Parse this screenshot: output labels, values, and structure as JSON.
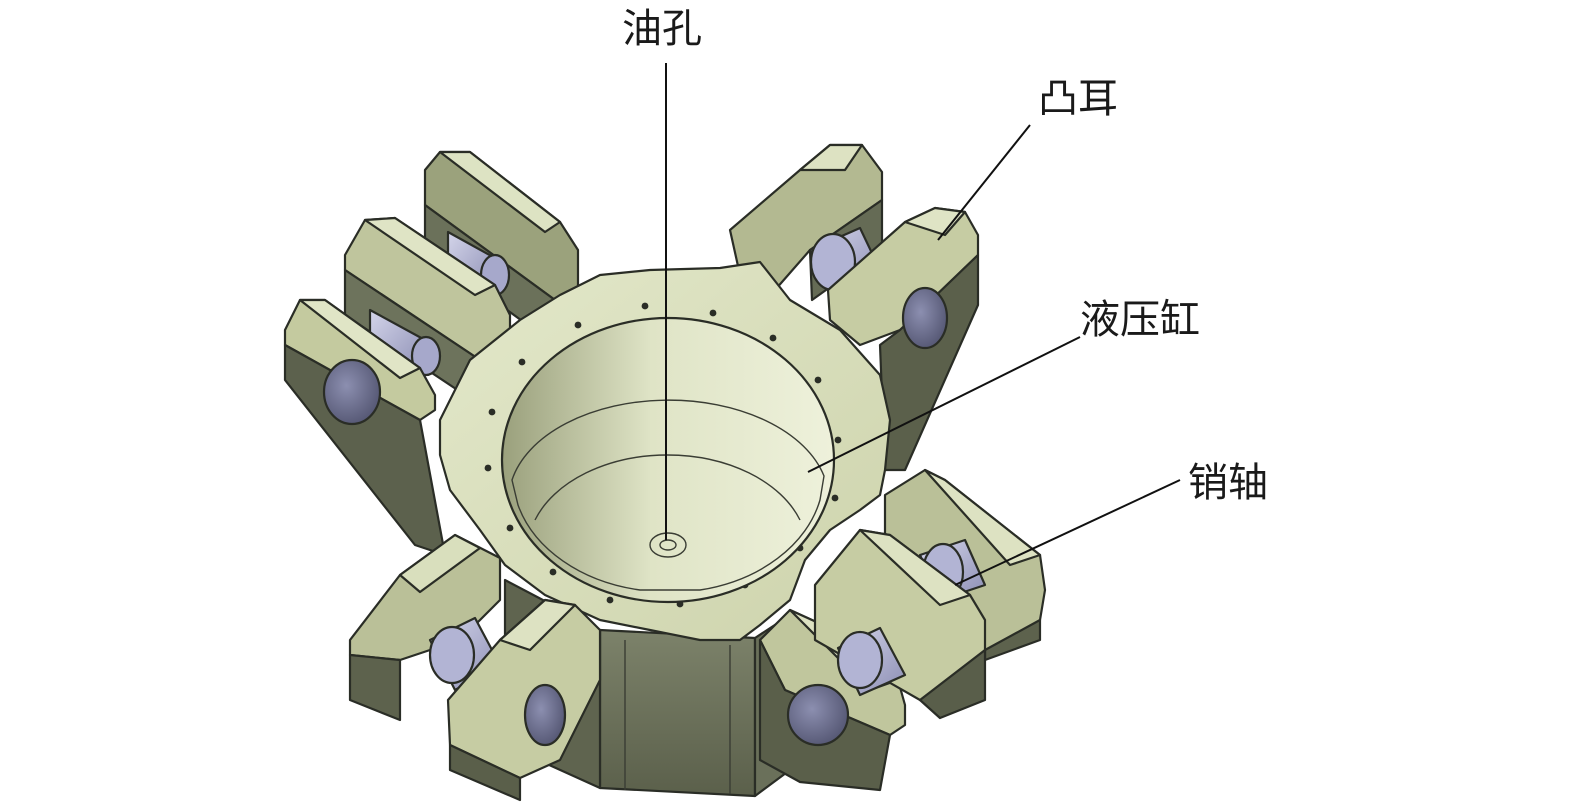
{
  "figure": {
    "callouts": [
      {
        "id": "oil-hole",
        "label": "油孔"
      },
      {
        "id": "lug",
        "label": "凸耳"
      },
      {
        "id": "cylinder",
        "label": "液压缸"
      },
      {
        "id": "pin",
        "label": "销轴"
      }
    ]
  },
  "colors": {
    "face_light": "#e0e5c6",
    "face_top": "#d4dab5",
    "face_mid": "#b8be96",
    "face_side": "#717760",
    "face_dark": "#555a45",
    "pin": "#b9bad8",
    "pin_dark": "#8486ad",
    "hole": "#707292",
    "outline": "#2a2d26"
  }
}
